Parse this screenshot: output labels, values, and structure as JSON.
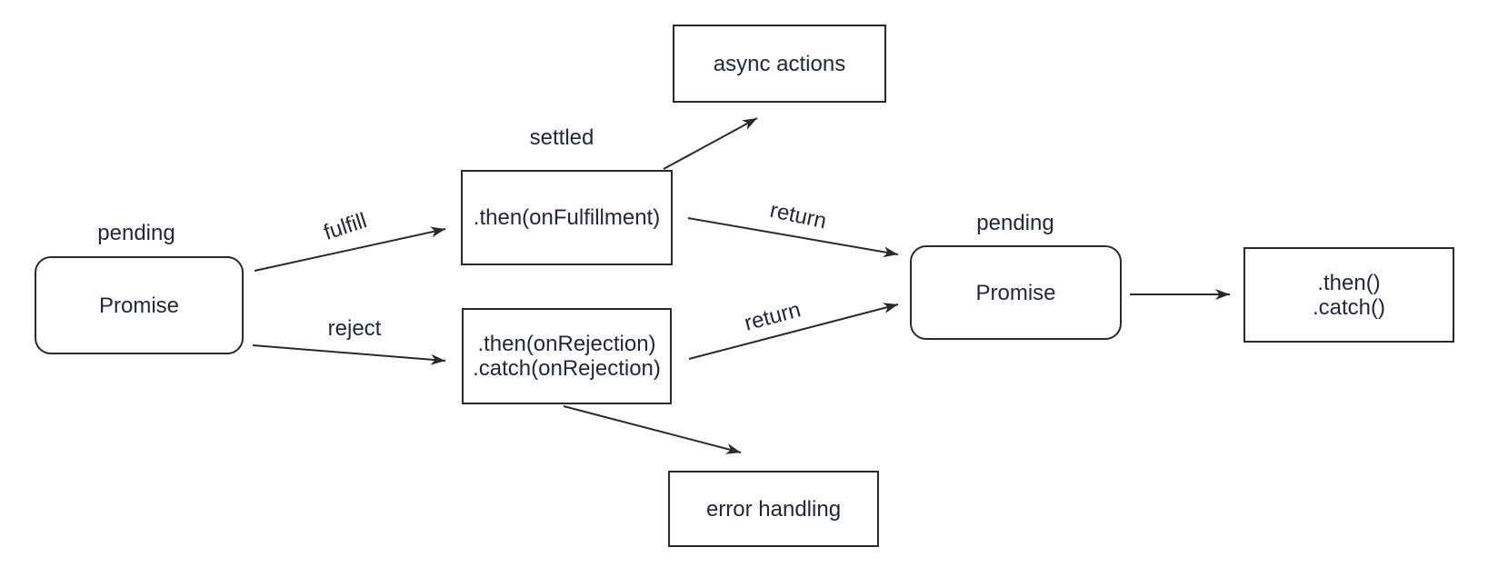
{
  "colors": {
    "background": "#ffffff",
    "node_border": "#2a2a2a",
    "node_fill": "#ffffff",
    "arrow": "#2a2a2a",
    "text": "#20283a"
  },
  "nodes": {
    "promise_initial": {
      "label": "Promise",
      "state_label": "pending"
    },
    "then_fulfillment": {
      "label": ".then(onFulfillment)",
      "state_label": "settled"
    },
    "then_catch_rejection": {
      "line1": ".then(onRejection)",
      "line2": ".catch(onRejection)"
    },
    "async_actions": {
      "label": "async actions"
    },
    "error_handling": {
      "label": "error handling"
    },
    "promise_new": {
      "label": "Promise",
      "state_label": "pending"
    },
    "then_catch": {
      "line1": ".then()",
      "line2": ".catch()"
    }
  },
  "edge_labels": {
    "fulfill": "fulfill",
    "reject": "reject",
    "return_upper": "return",
    "return_lower": "return"
  },
  "edges": [
    {
      "from": "promise_initial",
      "to": "then_fulfillment",
      "label": "fulfill"
    },
    {
      "from": "promise_initial",
      "to": "then_catch_rejection",
      "label": "reject"
    },
    {
      "from": "then_fulfillment",
      "to": "async_actions",
      "label": ""
    },
    {
      "from": "then_fulfillment",
      "to": "promise_new",
      "label": "return"
    },
    {
      "from": "then_catch_rejection",
      "to": "promise_new",
      "label": "return"
    },
    {
      "from": "then_catch_rejection",
      "to": "error_handling",
      "label": ""
    },
    {
      "from": "promise_new",
      "to": "then_catch",
      "label": ""
    }
  ]
}
